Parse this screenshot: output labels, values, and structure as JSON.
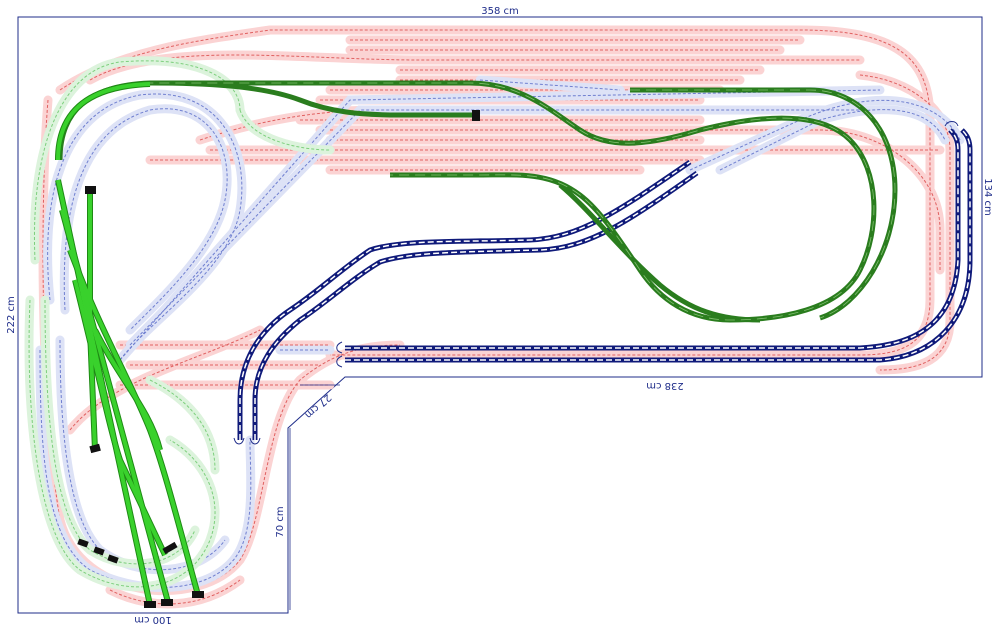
{
  "dimensions": {
    "top": "358 cm",
    "right": "134 cm",
    "left": "222 cm",
    "inner_bottom": "238 cm",
    "diagonal": "27 cm",
    "inner_vertical": "70 cm",
    "bottom": "100 cm"
  },
  "colors": {
    "outline": "#1f2d8a",
    "level_red_rail": "#e06060",
    "level_red_bed": "#fbd3d3",
    "level_lightblue_rail": "#6f7fd0",
    "level_lightblue_bed": "#dde2f6",
    "level_lightgreen_rail": "#7ccf7c",
    "level_lightgreen_bed": "#dcf3dc",
    "track_navy": "#0f1a7a",
    "track_darkgreen": "#2a7d1e",
    "track_brightgreen": "#39d12c",
    "buffer_stop": "#111111"
  },
  "legend_icons": [
    "buffer-stop-icon",
    "track-connector-icon"
  ]
}
